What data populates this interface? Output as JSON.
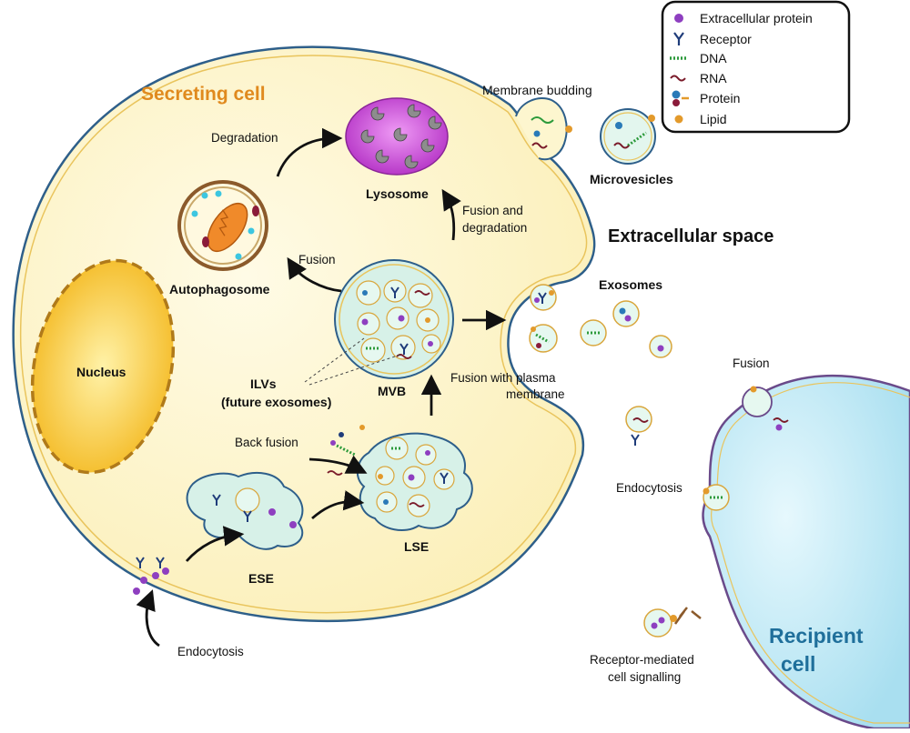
{
  "legend": {
    "items": [
      {
        "label": "Extracellular protein",
        "icon": "purple-dot-icon"
      },
      {
        "label": "Receptor",
        "icon": "receptor-icon"
      },
      {
        "label": "DNA",
        "icon": "dna-icon"
      },
      {
        "label": "RNA",
        "icon": "rna-icon"
      },
      {
        "label": "Protein",
        "icon": "protein-icon"
      },
      {
        "label": "Lipid",
        "icon": "lipid-icon"
      }
    ]
  },
  "labels": {
    "secreting_cell": "Secreting cell",
    "membrane_budding": "Membrane budding",
    "microvesicles": "Microvesicles",
    "extracellular_space": "Extracellular space",
    "degradation": "Degradation",
    "lysosome": "Lysosome",
    "fusion_and": "Fusion and",
    "degradation2": "degradation",
    "autophagosome": "Autophagosome",
    "fusion_auto": "Fusion",
    "exosomes": "Exosomes",
    "nucleus": "Nucleus",
    "ilvs": "ILVs",
    "future_exosomes": "(future exosomes)",
    "mvb": "MVB",
    "fusion_plasma_1": "Fusion with plasma",
    "fusion_plasma_2": "membrane",
    "fusion_recipient": "Fusion",
    "back_fusion": "Back fusion",
    "endocytosis_right": "Endocytosis",
    "ese": "ESE",
    "lse": "LSE",
    "endocytosis_bottom": "Endocytosis",
    "receptor_mediated_1": "Receptor-mediated",
    "receptor_mediated_2": "cell signalling",
    "recipient_1": "Recipient",
    "recipient_2": "cell"
  },
  "colors": {
    "cell_fill": "#fdf6cf",
    "cell_border": "#2e5f8a",
    "inner_border": "#d9a63c",
    "title_orange": "#e08a1e",
    "lysosome": "#c94bd6",
    "nucleus": "#f4c82a",
    "nucleus_border": "#b07a1a",
    "recipient_fill": "#c5ecf7",
    "recipient_text": "#1f6f9b",
    "vesicle_fill": "#d9f2ee",
    "purple": "#8e3fc0",
    "blue_dot": "#2a7ab8",
    "cyan_dot": "#3cc6e0",
    "lipid": "#e39a2b",
    "dna": "#2c9a3b",
    "rna": "#7a1b2a",
    "receptor": "#1f3c7a"
  }
}
